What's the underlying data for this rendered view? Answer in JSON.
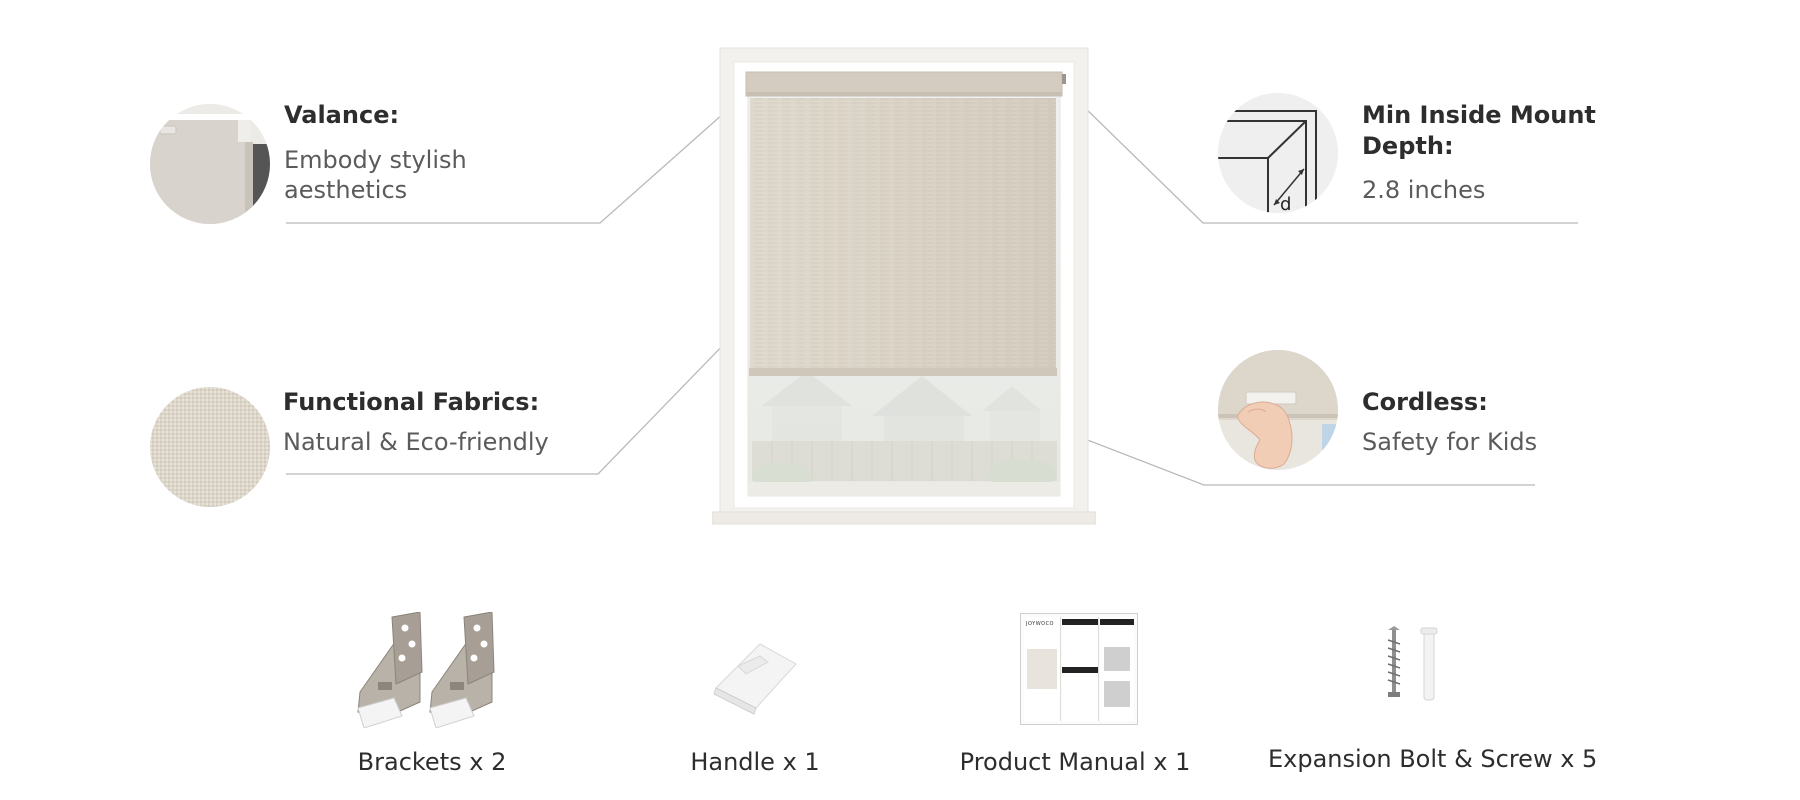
{
  "features": {
    "valance": {
      "title": "Valance:",
      "desc_line1": "Embody stylish",
      "desc_line2": "aesthetics"
    },
    "fabrics": {
      "title": "Functional Fabrics:",
      "desc": "Natural & Eco-friendly"
    },
    "depth": {
      "title_line1": "Min Inside Mount",
      "title_line2": "Depth:",
      "desc": "2.8 inches",
      "diagram_label": "d"
    },
    "cordless": {
      "title": "Cordless:",
      "desc": "Safety for Kids"
    }
  },
  "accessories": [
    {
      "label": "Brackets x 2"
    },
    {
      "label": "Handle x 1"
    },
    {
      "label": "Product Manual x 1"
    },
    {
      "label": "Expansion Bolt & Screw x 5"
    }
  ],
  "manual_brand": "JOYWOCO",
  "colors": {
    "fabric": "#dbd4c8",
    "valance": "#d3cbbf",
    "frame": "#f1efec",
    "line": "#b8b8b8",
    "dot": "#4a4a4a"
  }
}
